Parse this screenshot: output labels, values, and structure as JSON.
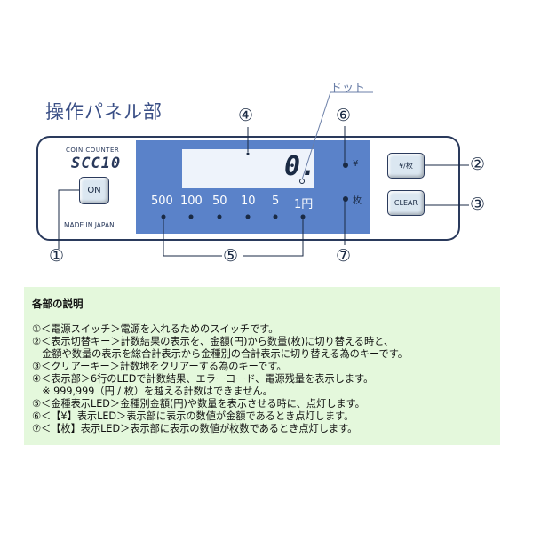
{
  "title": "操作パネル部",
  "dot_label": "ドット",
  "device": {
    "brand_top": "COIN COUNTER",
    "model": "SCC10",
    "made_in": "MADE IN JAPAN",
    "on_button": "ON",
    "yen_button": "¥/枚",
    "clear_button": "CLEAR",
    "yen_led_label": "¥",
    "count_led_label": "枚",
    "display_digit": "0.",
    "denominations": [
      "500",
      "100",
      "50",
      "10",
      "5",
      "1円"
    ]
  },
  "callouts": [
    "①",
    "②",
    "③",
    "④",
    "⑤",
    "⑥",
    "⑦"
  ],
  "colors": {
    "panel_outline": "#2a3a5c",
    "display_bg": "#5a82c9",
    "lcd_bg": "#eef3fb",
    "desc_bg": "#e4f8dc"
  },
  "description": {
    "title": "各部の説明",
    "lines": [
      "①＜電源スイッチ＞電源を入れるためのスイッチです。",
      "②＜表示切替キー＞計数結果の表示を、金額(円)から数量(枚)に切り替える時と、",
      "　金額や数量の表示を総合計表示から金種別の合計表示に切り替える為のキーです。",
      "③＜クリアーキー＞計数地をクリアーする為のキーです。",
      "④＜表示部＞6行のLEDで計数結果、エラーコード、電源残量を表示します。",
      "　※ 999,999（円 / 枚）を越える計数はできません。",
      "⑤＜金種表示LED＞金種別金額(円)や数量を表示させる時に、点灯します。",
      "⑥＜【¥】表示LED＞表示部に表示の数値が金額であるとき点灯します。",
      "⑦＜【枚】表示LED＞表示部に表示の数値が枚数であるとき点灯します。"
    ]
  }
}
